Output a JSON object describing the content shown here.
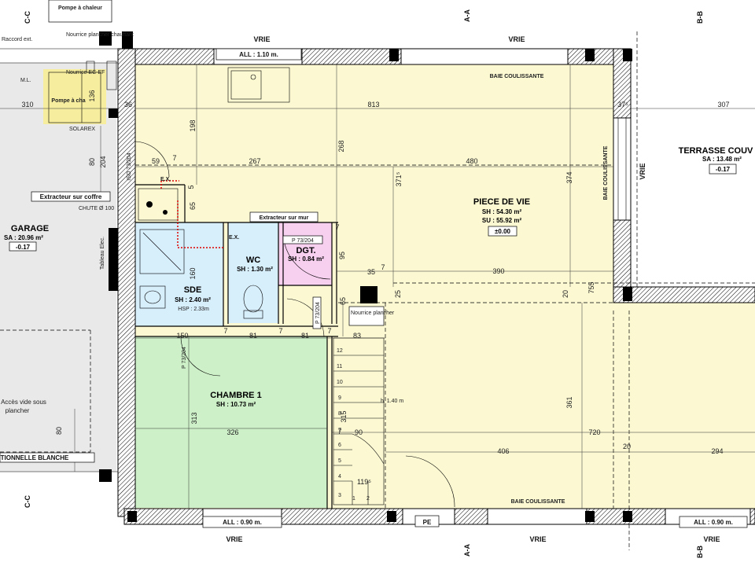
{
  "rooms": {
    "piece_de_vie": {
      "name": "PIECE DE VIE",
      "sh": "SH : 54.30 m²",
      "su": "SU : 55.92 m²",
      "level": "±0.00"
    },
    "chambre": {
      "name": "CHAMBRE 1",
      "sh": "SH : 10.73 m²"
    },
    "sde": {
      "name": "SDE",
      "sh": "SH : 2.40 m²",
      "hsp": "HSP : 2.33m"
    },
    "wc": {
      "name": "WC",
      "sh": "SH : 1.30 m²"
    },
    "dgt": {
      "name": "DGT.",
      "sh": "SH : 0.84 m²"
    },
    "garage": {
      "name": "GARAGE",
      "sa": "SA : 20.96 m²",
      "level": "-0.17"
    },
    "terrasse": {
      "name": "TERRASSE COUV",
      "sa": "SA : 13.48 m²",
      "level": "-0.17"
    }
  },
  "labels": {
    "vrie": "VRIE",
    "all_top": "ALL : 1.10 m.",
    "all_bottom_left": "ALL : 0.90 m.",
    "all_bottom_right": "ALL : 0.90 m.",
    "baie_top": "BAIE COULISSANTE",
    "baie_bottom": "BAIE COULISSANTE",
    "baie_right": "BAIE COULISSANTE",
    "pe": "PE",
    "section_cc": "C-C",
    "section_aa": "A-A",
    "section_bb": "B-B",
    "pompe_top": "Pompe à chaleur",
    "pompe_inner": "Pompe à cha",
    "nourrice_top": "Nourrice plancher chauffant",
    "nourrice_ec": "Nourrice EC-EF",
    "nourrice_stair": "Nourrice plancher",
    "ml": "M.L.",
    "solarex": "SOLAREX",
    "extracteur_coffre": "Extracteur sur coffre",
    "extracteur_mur": "Extracteur sur mur",
    "chute": "CHUTE Ø 100",
    "tableau": "Tableau Elec.",
    "ex": "E.X.",
    "iso": "ISO 73/204",
    "p73_dgt": "P 73/204",
    "p73_stair": "P 73/204",
    "p73_chambre": "P 73/204",
    "acces_line1": "Accès vide sous",
    "acces_line2": "plancher",
    "blanche": "TIONNELLE BLANCHE",
    "stair_height": "h. 1.40 m",
    "stair_steps": [
      "1",
      "2",
      "3",
      "4",
      "5",
      "6",
      "7",
      "8",
      "9",
      "10",
      "11",
      "12"
    ],
    "ext_note": "Raccord ext."
  },
  "dimensions": {
    "d813": "813",
    "d307": "307",
    "d310": "310",
    "d136": "136",
    "d36": "36",
    "d198": "198",
    "d268": "268",
    "d374": "374",
    "d371": "371⁵",
    "d37": "37⁵",
    "d59": "59",
    "d7a": "7",
    "d267": "267",
    "d480": "480",
    "d204": "204",
    "d80a": "80",
    "d65": "65",
    "d5": "5",
    "d160": "160",
    "d95": "95",
    "d7b": "7",
    "d35": "35",
    "d7c": "7",
    "d390": "390",
    "d25": "25",
    "d20a": "20",
    "d755": "755",
    "d65b": "65",
    "d150": "150",
    "d7d": "7",
    "d81a": "81",
    "d7e": "7",
    "d81b": "81",
    "d7f": "7",
    "d83": "83",
    "d313": "313",
    "d326": "326",
    "d315": "315",
    "d361": "361",
    "d7g": "7",
    "d90": "90",
    "d720": "720",
    "d406": "406",
    "d20b": "20",
    "d294": "294",
    "d119": "119⁵",
    "d80b": "80"
  }
}
